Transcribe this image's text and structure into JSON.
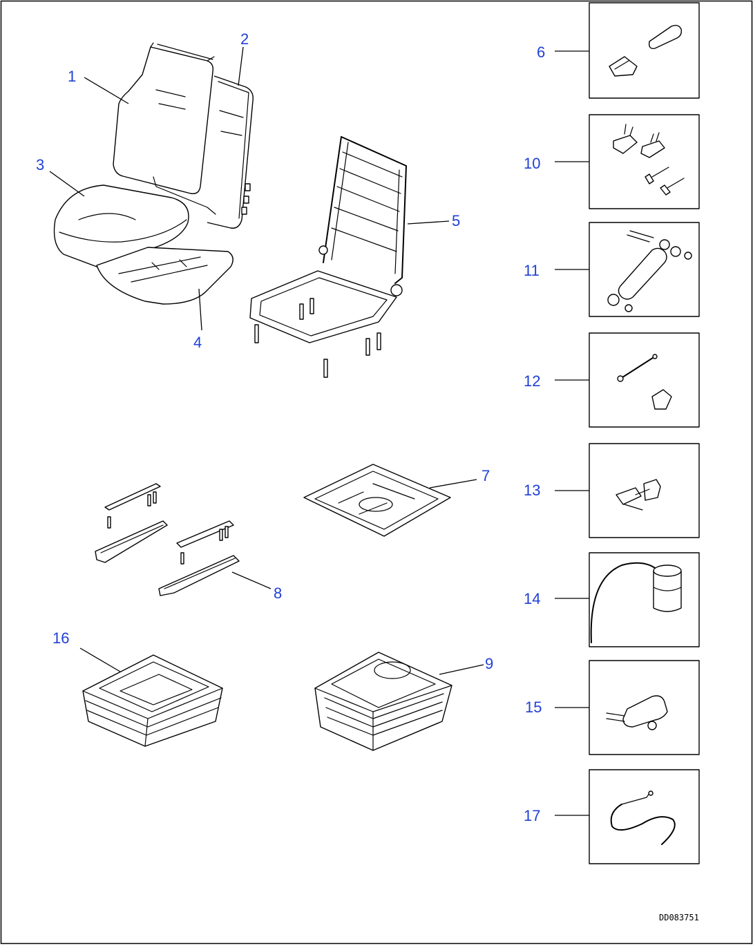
{
  "diagram": {
    "drawing_number": "DD083751",
    "callouts": {
      "c1": "1",
      "c2": "2",
      "c3": "3",
      "c4": "4",
      "c5": "5",
      "c6": "6",
      "c7": "7",
      "c8": "8",
      "c9": "9",
      "c10": "10",
      "c11": "11",
      "c12": "12",
      "c13": "13",
      "c14": "14",
      "c15": "15",
      "c16": "16",
      "c17": "17"
    },
    "colors": {
      "callout": "#1f3fd8",
      "line": "#000000",
      "background": "#ffffff"
    }
  }
}
